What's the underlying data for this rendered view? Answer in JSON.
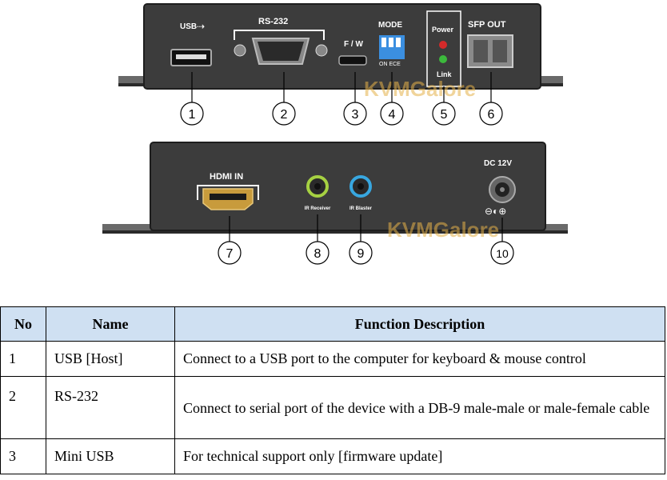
{
  "top_panel": {
    "usb_label": "USB",
    "rs232_label": "RS-232",
    "fw_label": "F / W",
    "mode_label": "MODE",
    "mode_switch_text": "ON  ECE",
    "power_label": "Power",
    "link_label": "Link",
    "sfp_label": "SFP OUT",
    "watermark": "KVMGalore"
  },
  "bottom_panel": {
    "hdmi_label": "HDMI IN",
    "ir_receiver_label": "IR Receiver",
    "ir_blaster_label": "IR Blaster",
    "dc_label": "DC 12V",
    "watermark": "KVMGalore"
  },
  "callouts": [
    "1",
    "2",
    "3",
    "4",
    "5",
    "6",
    "7",
    "8",
    "9",
    "10"
  ],
  "table": {
    "headers": [
      "No",
      "Name",
      "Function Description"
    ],
    "rows": [
      {
        "no": "1",
        "name": "USB [Host]",
        "desc": "Connect to a USB port to the computer for keyboard & mouse control"
      },
      {
        "no": "2",
        "name": "RS-232",
        "desc": "Connect to serial port of the device with a DB-9 male-male or male-female cable"
      },
      {
        "no": "3",
        "name": "Mini USB",
        "desc": "For technical support only [firmware update]"
      }
    ]
  },
  "colors": {
    "panel": "#3c3c3c",
    "header_bg": "#cfe0f2",
    "led_red": "#d42a2a",
    "led_green": "#3cb93c",
    "jack_green": "#a6d142",
    "jack_blue": "#38a7e0",
    "dip_blue": "#3b8fe0",
    "hdmi_gold": "#c89b3c"
  }
}
